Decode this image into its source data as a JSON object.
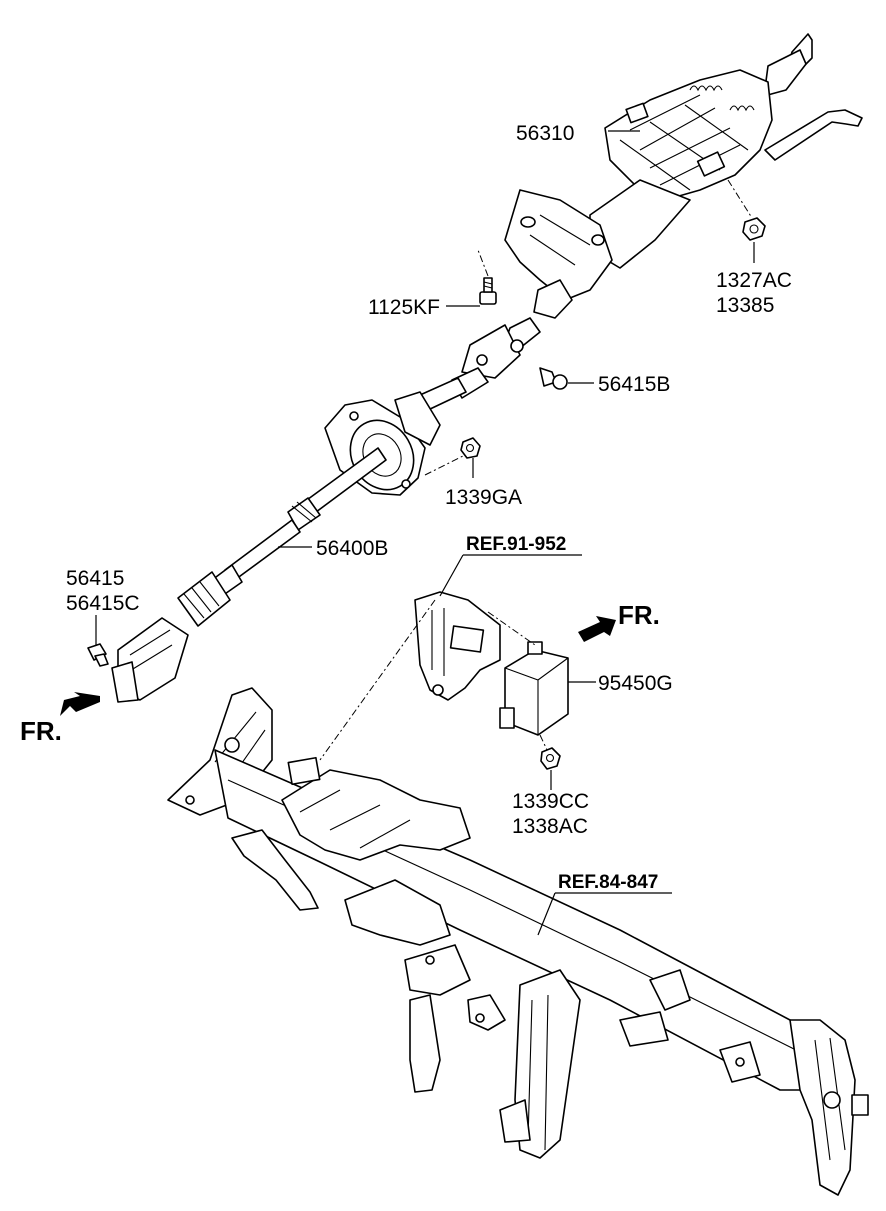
{
  "labels": {
    "column_assy": "56310",
    "nut_a": "1327AC",
    "nut_b": "13385",
    "bolt_column": "1125KF",
    "bolt_joint": "56415B",
    "nut_boot": "1339GA",
    "shaft_assy": "56400B",
    "bolt_lower_a": "56415",
    "bolt_lower_b": "56415C",
    "module": "95450G",
    "nut_module_a": "1339CC",
    "nut_module_b": "1338AC"
  },
  "references": {
    "ref_upper": "REF.91-952",
    "ref_lower": "REF.84-847"
  },
  "direction": {
    "fr_left": "FR.",
    "fr_right": "FR."
  }
}
